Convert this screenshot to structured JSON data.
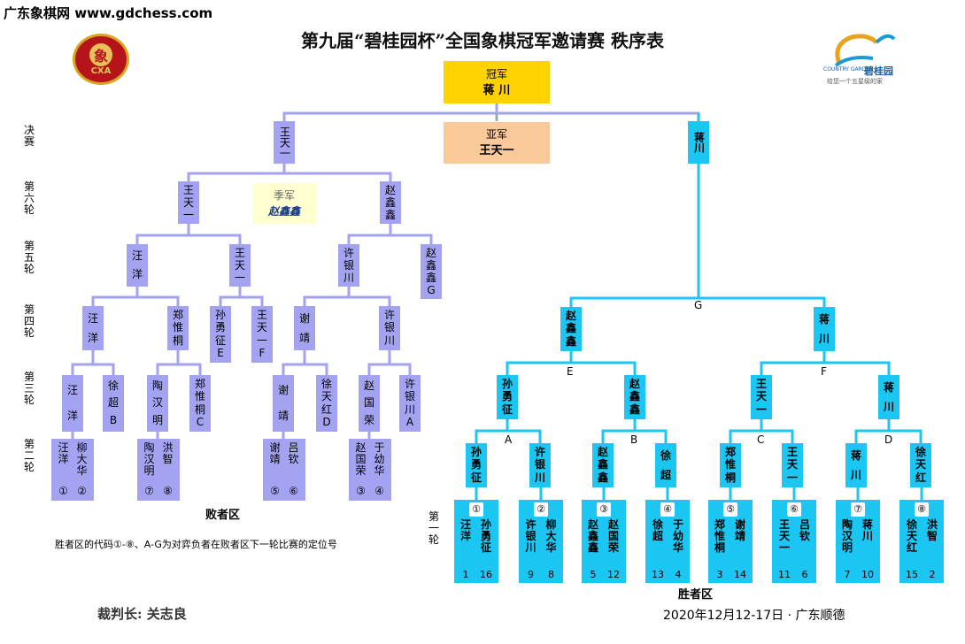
{
  "watermark": "广东象棋网 www.gdchess.com",
  "title": "第九届“碧桂园杯”全国象棋冠军邀请赛 秩序表",
  "logo_left": {
    "text": "CXA",
    "glyph": "象"
  },
  "logo_right": {
    "brand": "碧桂园",
    "brand_en": "COUNTRY GARDEN",
    "slogan": "给您一个五星级的家"
  },
  "round_labels": {
    "final": "决赛",
    "r6": "第六轮",
    "r5": "第五轮",
    "r4": "第四轮",
    "r3": "第三轮",
    "r2": "第二轮",
    "r1": "第一轮"
  },
  "champion": {
    "label": "冠军",
    "name": "蒋 川"
  },
  "runner_up": {
    "label": "亚军",
    "name": "王天一"
  },
  "third": {
    "label": "季军",
    "name": "赵鑫鑫"
  },
  "final": {
    "left": "王天一",
    "right": "蒋川"
  },
  "loser_bracket": {
    "r6": [
      "王天一",
      "赵鑫鑫"
    ],
    "r5": [
      "汪洋",
      "王天一",
      "许银川",
      "赵鑫鑫G"
    ],
    "r4": [
      "汪洋",
      "郑惟桐",
      "孙勇征E",
      "王天一F",
      "谢靖",
      "许银川"
    ],
    "r3": [
      "汪洋",
      "徐超B",
      "陶汉明",
      "郑惟桐C",
      "谢靖",
      "徐天红D",
      "赵国荣",
      "许银川A"
    ],
    "r2": [
      [
        "汪洋①",
        "柳大华②"
      ],
      [
        "陶汉明⑦",
        "洪智⑧"
      ],
      [
        "谢靖⑤",
        "吕钦⑥"
      ],
      [
        "赵国荣③",
        "于幼华④"
      ]
    ]
  },
  "winner_bracket": {
    "r4": [
      "赵鑫鑫",
      "蒋川"
    ],
    "r3": [
      "孙勇征",
      "赵鑫鑫",
      "王天一",
      "蒋川"
    ],
    "r2": [
      "孙勇征",
      "许银川",
      "赵鑫鑫",
      "徐超",
      "郑惟桐",
      "王天一",
      "蒋川",
      "徐天红"
    ],
    "r1": [
      {
        "code": "①",
        "a": "汪洋",
        "sa": "1",
        "b": "孙勇征",
        "sb": "16"
      },
      {
        "code": "②",
        "a": "许银川",
        "sa": "9",
        "b": "柳大华",
        "sb": "8"
      },
      {
        "code": "③",
        "a": "赵鑫鑫",
        "sa": "5",
        "b": "赵国荣",
        "sb": "12"
      },
      {
        "code": "④",
        "a": "徐超",
        "sa": "13",
        "b": "于幼华",
        "sb": "4"
      },
      {
        "code": "⑤",
        "a": "郑惟桐",
        "sa": "3",
        "b": "谢靖",
        "sb": "14"
      },
      {
        "code": "⑥",
        "a": "王天一",
        "sa": "11",
        "b": "吕钦",
        "sb": "6"
      },
      {
        "code": "⑦",
        "a": "陶汉明",
        "sa": "7",
        "b": "蒋川",
        "sb": "10"
      },
      {
        "code": "⑧",
        "a": "徐天红",
        "sa": "15",
        "b": "洪智",
        "sb": "2"
      }
    ],
    "position_letters": [
      "A",
      "B",
      "C",
      "D",
      "E",
      "F",
      "G"
    ]
  },
  "loser_area_label": "败者区",
  "winner_area_label": "胜者区",
  "note": "胜者区的代码①-⑧、A-G为对弈负者在败者区下一轮比赛的定位号",
  "referee": "裁判长: 关志良",
  "date_place": "2020年12月12-17日 · 广东顺德",
  "colors": {
    "loser": "#a3a3f2",
    "winner": "#1cc6f2",
    "champion": "#ffd200",
    "runner_up": "#f9c99a",
    "third": "#ffffd0"
  }
}
